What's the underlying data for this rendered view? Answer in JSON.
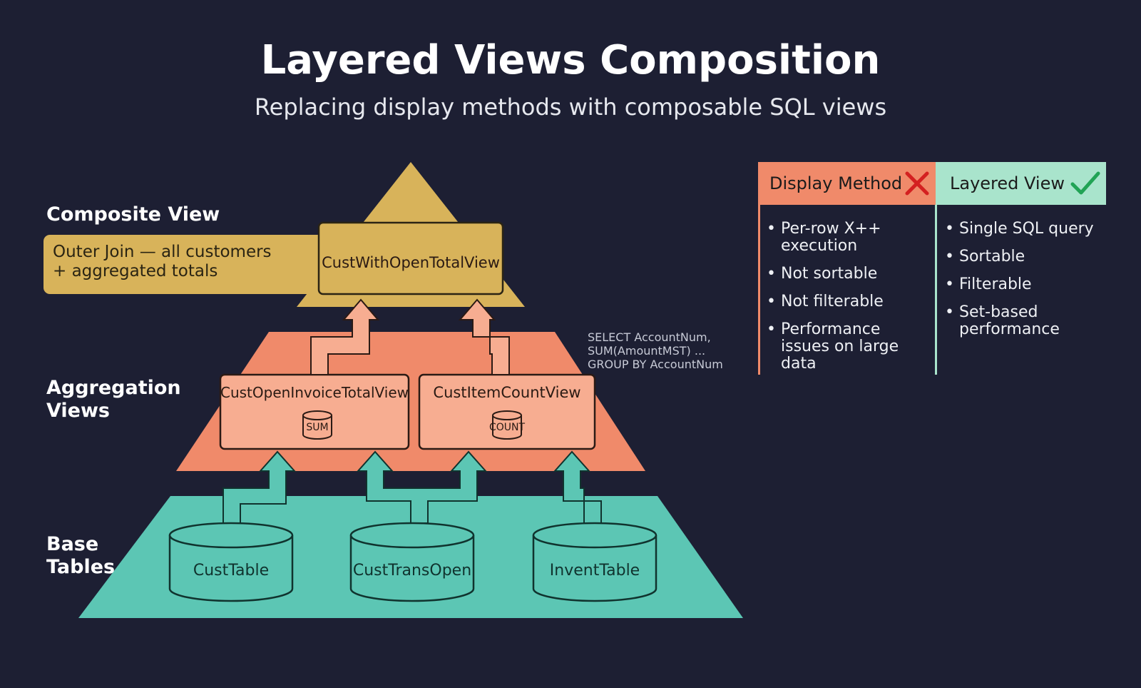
{
  "header": {
    "title": "Layered Views Composition",
    "subtitle": "Replacing display methods with composable SQL views"
  },
  "colors": {
    "background": "#1d1f33",
    "composite_layer": "#d8b35a",
    "aggregation_layer": "#f08a6a",
    "aggregation_box": "#f7ad91",
    "base_layer": "#5cc6b4",
    "display_method_header": "#f08a6a",
    "layered_view_header": "#a9e4cc",
    "cross_icon": "#d42020",
    "check_icon": "#21a355"
  },
  "pyramid": {
    "composite": {
      "level_label": "Composite View",
      "note": [
        "Outer Join — all customers",
        "+ aggregated totals"
      ],
      "view": "CustWithOpenTotalView"
    },
    "aggregation": {
      "level_label": [
        "Aggregation",
        "Views"
      ],
      "views": [
        {
          "name": "CustOpenInvoiceTotalView",
          "icon": "database-icon",
          "icon_label": "SUM"
        },
        {
          "name": "CustItemCountView",
          "icon": "database-icon",
          "icon_label": "COUNT"
        }
      ],
      "sql_snippet": [
        "SELECT AccountNum,",
        "SUM(AmountMST) ...",
        "GROUP BY AccountNum"
      ]
    },
    "base": {
      "level_label": [
        "Base",
        "Tables"
      ],
      "tables": [
        "CustTable",
        "CustTransOpen",
        "InventTable"
      ]
    }
  },
  "comparison": {
    "display_method": {
      "heading": "Display Method",
      "icon": "cross-icon",
      "items": [
        "Per-row X++ execution",
        "Not sortable",
        "Not filterable",
        "Performance issues on large data"
      ]
    },
    "layered_view": {
      "heading": "Layered View",
      "icon": "check-icon",
      "items": [
        "Single SQL query",
        "Sortable",
        "Filterable",
        "Set-based performance"
      ]
    }
  }
}
